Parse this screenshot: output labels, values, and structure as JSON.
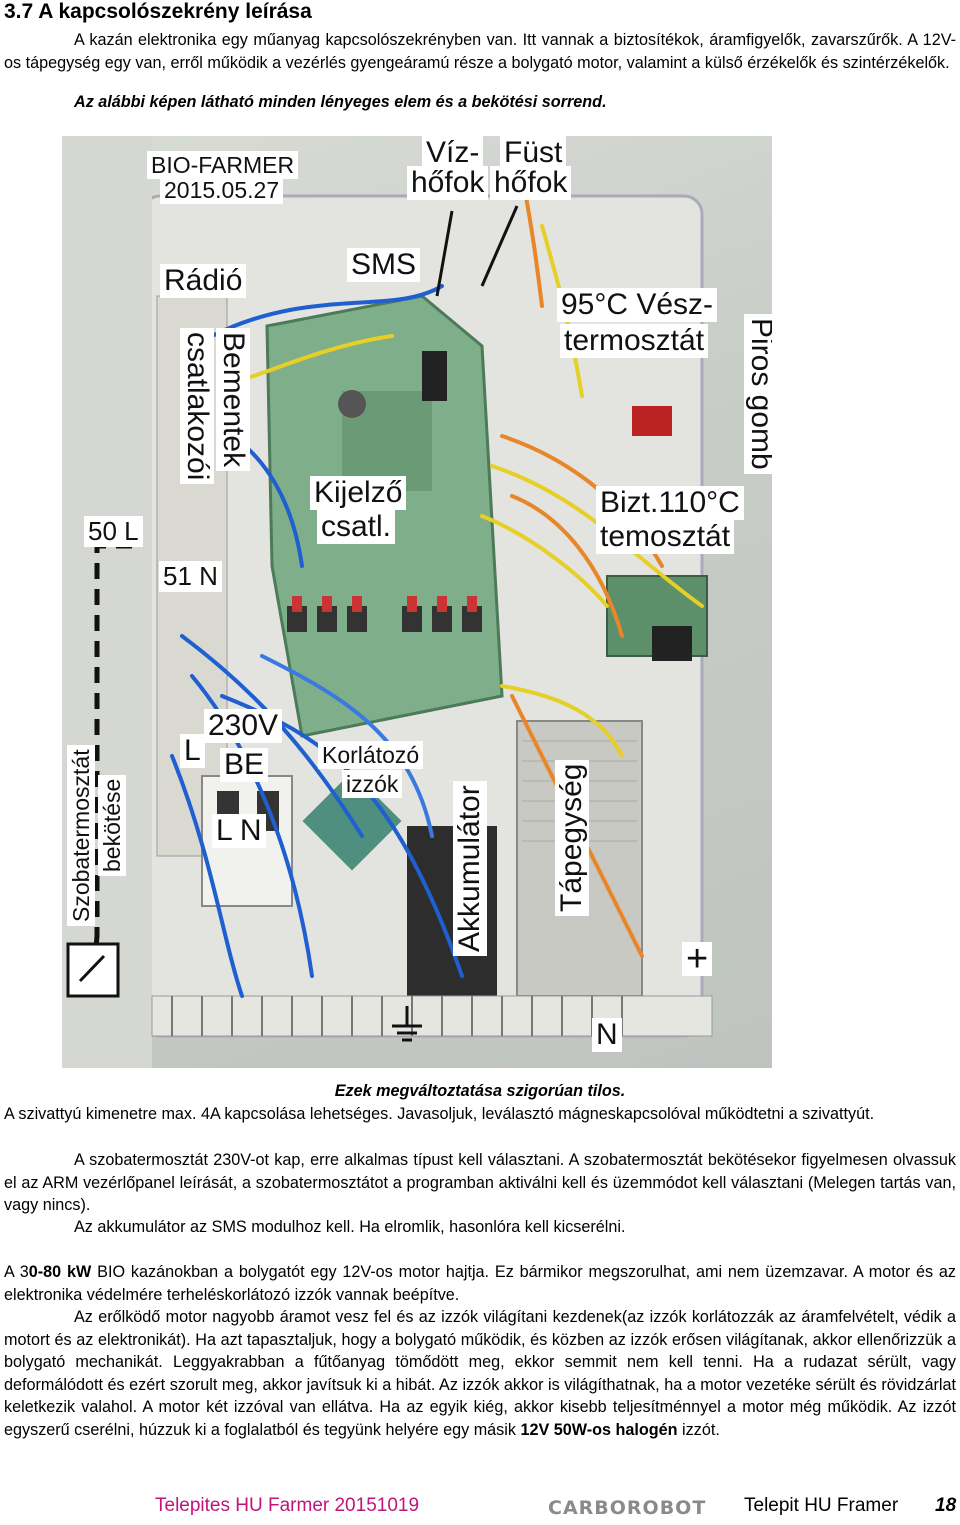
{
  "heading": "3.7 A kapcsolószekrény leírása",
  "intro": {
    "line1": "A kazán elektronika egy műanyag kapcsolószekrényben van. Itt vannak a biztosítékok, áramfigyelők, zavarszűrők. A 12V-os tápegység egy van, erről működik a vezérlés gyengeáramú része a bolygató motor, valamint a külső érzékelők és szintérzékelők.",
    "line2": "Az alábbi képen látható minden lényeges elem és a bekötési sorrend."
  },
  "photo": {
    "labels": {
      "bio_farmer": "BIO-FARMER",
      "date": "2015.05.27",
      "viz_hofok_1": "Víz-",
      "viz_hofok_2": "hőfok",
      "fust_hofok_1": "Füst",
      "fust_hofok_2": "hőfok",
      "sms": "SMS",
      "radio": "Rádió",
      "vesz_1": "95°C Vész-",
      "vesz_2": "termosztát",
      "piros_gomb": "Piros gomb",
      "bementek_1": "Bementek",
      "bementek_2": "csatlakozói",
      "kijelzo_1": "Kijelző",
      "kijelzo_2": "csatl.",
      "bizt_1": "Bizt.110°C",
      "bizt_2": "temosztát",
      "l50": "50 L",
      "n51": "51 N",
      "v230_1": "230V",
      "v230_2": "BE",
      "L": "L",
      "LN": "L  N",
      "korlatozo_1": "Korlátozó",
      "korlatozo_2": "izzók",
      "akkumulator": "Akkumulátor",
      "tapegyseg": "Tápegység",
      "szoba_1": "Szobatermosztát",
      "szoba_2": "bekötése",
      "plus": "+",
      "N": "N"
    }
  },
  "caption": "Ezek megváltoztatása szigorúan tilos.",
  "paragraphs": {
    "p1": "A szivattyú kimenetre max. 4A kapcsolása lehetséges. Javasoljuk, leválasztó mágneskapcsolóval működtetni a szivattyút.",
    "p2": "A szobatermosztát 230V-ot kap, erre alkalmas típust kell választani. A szobatermosztát bekötésekor figyelmesen olvassuk el az ARM vezérlőpanel leírását, a szobatermosztátot a programban aktiválni kell és üzemmódot kell választani (Melegen tartás van, vagy nincs).",
    "p3": "Az akkumulátor az SMS modulhoz kell. Ha elromlik, hasonlóra kell kicserélni.",
    "p4_pre": "A 3",
    "p4_bold": "0-80 kW",
    "p4_post": " BIO kazánokban a bolygatót egy 12V-os motor hajtja. Ez bármikor megszorulhat, ami nem üzemzavar. A motor és az elektronika védelmére terheléskorlátozó izzók vannak beépítve.",
    "p5_pre": "Az erőlködő motor nagyobb áramot vesz fel és az izzók világítani kezdenek(az izzók korlátozzák az áramfelvételt, védik a motort és az elektronikát). Ha azt tapasztaljuk, hogy a bolygató működik, és közben az izzók erősen világítanak, akkor ellenőrizzük a bolygató mechanikát. Leggyakrabban a fűtőanyag tömődött meg, ekkor semmit nem kell tenni. Ha a rudazat sérült, vagy deformálódott és ezért szorult meg, akkor javítsuk ki a hibát. Az izzók akkor is világíthatnak, ha a motor vezetéke sérült és rövidzárlat keletkezik valahol. A motor két izzóval van ellátva. Ha az egyik kiég, akkor kisebb teljesítménnyel a motor még működik. Az izzót egyszerű cserélni, húzzuk ki a foglalatból és tegyünk helyére egy másik ",
    "p5_bold": "12V 50W-os halogén",
    "p5_post": " izzót."
  },
  "footer": {
    "left": "Telepites HU Farmer 20151019",
    "logo": "CARBOROBOT",
    "right": "Telepit  HU Framer",
    "page": "18"
  },
  "colors": {
    "footer_left": "#c0147a",
    "wire_blue": "#1f5fd0",
    "wire_orange": "#e8862a",
    "wire_yellow": "#e6cf26",
    "pcb_green": "#7fae8a"
  }
}
